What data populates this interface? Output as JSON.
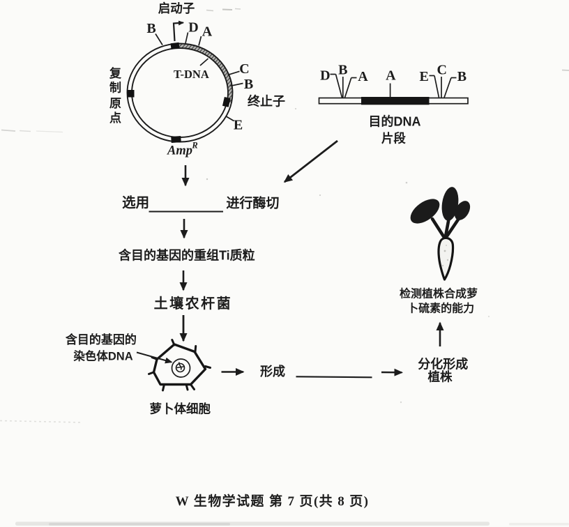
{
  "page": {
    "footer": "W 生物学试题 第 7 页(共 8 页)",
    "paper_color": "#fbfbf9",
    "ink_color": "#1c1c1c"
  },
  "plasmid": {
    "promoter": "启动子",
    "site_b_top": "B",
    "site_d": "D",
    "site_a": "A",
    "tdna": "T-DNA",
    "site_c": "C",
    "site_b_right": "B",
    "terminator": "终止子",
    "site_e": "E",
    "origin_chars": [
      "复",
      "制",
      "原",
      "点"
    ],
    "amp": "Amp",
    "amp_sup": "R"
  },
  "dna_fragment": {
    "site_d": "D",
    "site_b_left": "B",
    "site_a_left": "A",
    "site_a_mid": "A",
    "site_e": "E",
    "site_c": "C",
    "site_b_right": "B",
    "caption_line1": "目的DNA",
    "caption_line2": "片段"
  },
  "flow": {
    "digest_prefix": "选用",
    "digest_suffix": "进行酶切",
    "recombinant_plasmid": "含目的基因的重组Ti质粒",
    "agrobacterium": "土壤农杆菌",
    "cell_note_line1": "含目的基因的",
    "cell_note_line2": "染色体DNA",
    "cell_caption": "萝卜体细胞",
    "form_label": "形成",
    "differentiate_line1": "分化形成",
    "differentiate_line2": "植株",
    "detect_line1": "检测植株合成萝",
    "detect_line2": "卜硫素的能力"
  }
}
